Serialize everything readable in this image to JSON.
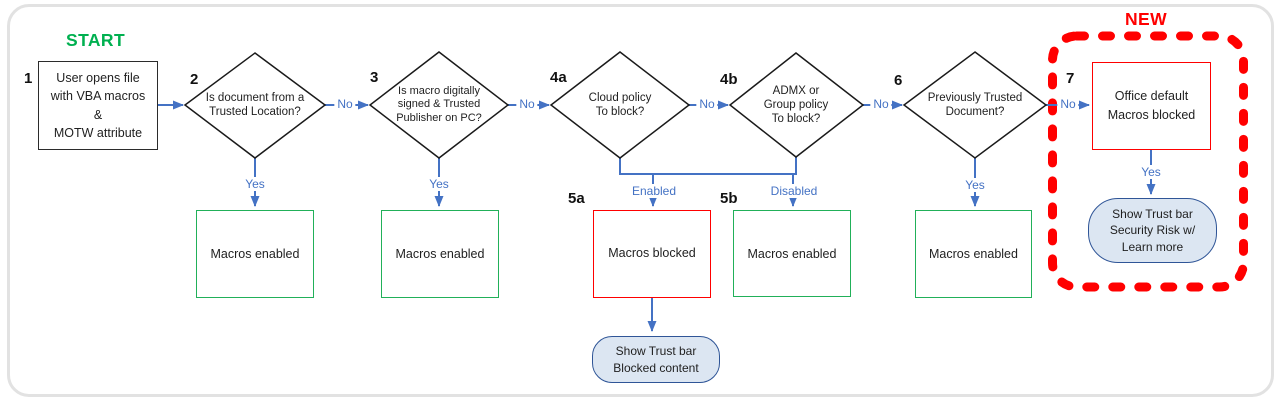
{
  "canvas": {
    "start_label": "START",
    "new_label": "NEW"
  },
  "steps": {
    "s1": {
      "number": "1",
      "label": "User opens file\nwith VBA macros\n&\nMOTW attribute"
    },
    "s2": {
      "number": "2",
      "label": "Is document from a\nTrusted Location?"
    },
    "s3": {
      "number": "3",
      "label": "Is macro digitally\nsigned & Trusted\nPublisher on PC?"
    },
    "s4a": {
      "number": "4a",
      "label": "Cloud policy\nTo block?"
    },
    "s4b": {
      "number": "4b",
      "label": "ADMX or\nGroup policy\nTo block?"
    },
    "s5a": {
      "number": "5a",
      "label": "Macros blocked"
    },
    "s5b": {
      "number": "5b",
      "label": "Macros enabled"
    },
    "s6": {
      "number": "6",
      "label": "Previously Trusted\nDocument?"
    },
    "s7": {
      "number": "7",
      "label": "Office default\nMacros blocked"
    }
  },
  "results": {
    "after_s2": "Macros enabled",
    "after_s3": "Macros enabled",
    "after_s6": "Macros enabled"
  },
  "callouts": {
    "blocked_content": "Show Trust bar\nBlocked content",
    "security_risk": "Show Trust bar\nSecurity Risk w/\nLearn more"
  },
  "edge_labels": {
    "no_2_3": "No",
    "no_3_4a": "No",
    "no_4a_4b": "No",
    "no_4b_6": "No",
    "no_6_7": "No",
    "yes_2": "Yes",
    "yes_3": "Yes",
    "yes_6": "Yes",
    "yes_7": "Yes",
    "enabled": "Enabled",
    "disabled": "Disabled"
  },
  "colors": {
    "connector_blue": "#4472C4",
    "enabled_green": "#21B059",
    "blocked_red": "#FF0000",
    "callout_fill": "#DCE6F2",
    "callout_border": "#2F5597",
    "start_green": "#00B050",
    "new_red": "#FF0000"
  }
}
